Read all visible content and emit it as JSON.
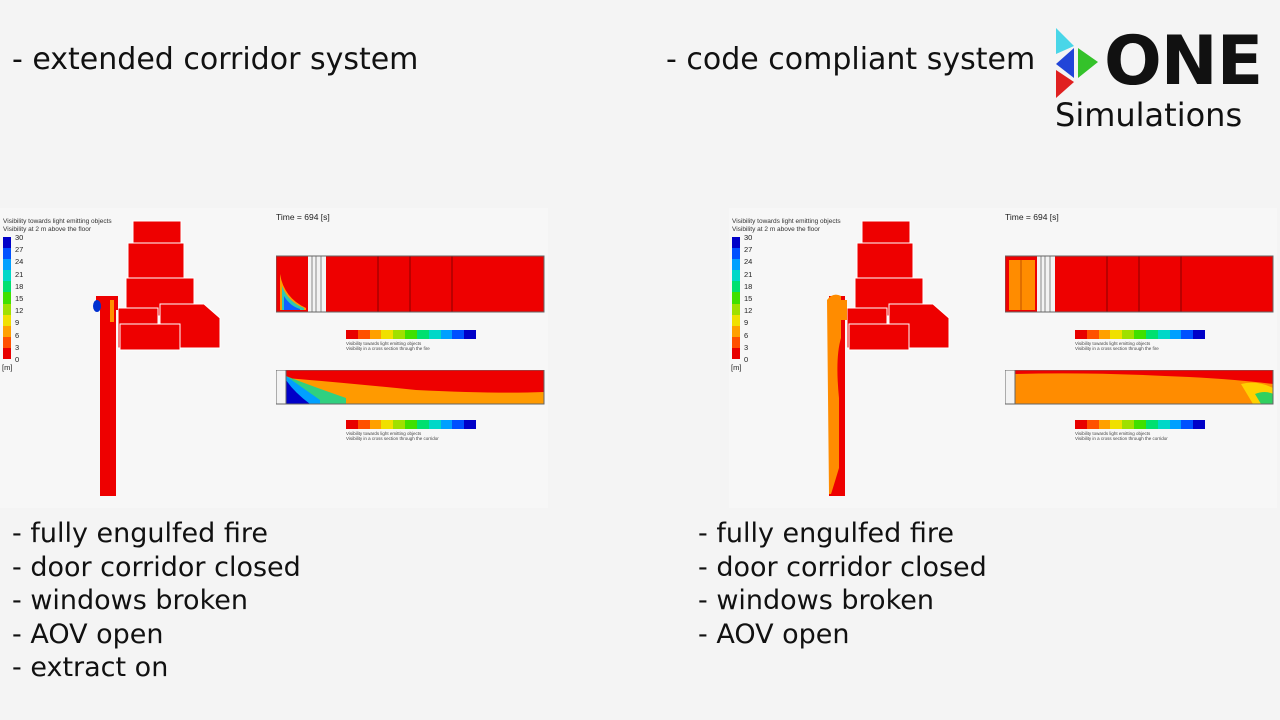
{
  "left": {
    "heading": "- extended corridor system",
    "bullets": [
      "- fully engulfed fire",
      "- door corridor closed",
      "- windows broken",
      "- AOV open",
      "- extract on"
    ],
    "sim": {
      "title1": "Visibility towards light emitting objects",
      "title2": "Visibility at 2 m above the floor",
      "time": "Time = 694 [s]",
      "unit": "[m]",
      "bar_caption1": "Visibility towards light emitting objects",
      "bar_caption2": "Visibility in a cross section through the fire",
      "bar_caption3": "Visibility towards light emitting objects",
      "bar_caption4": "Visibility in a cross section through the corridor"
    }
  },
  "right": {
    "heading": "- code compliant system",
    "bullets": [
      "- fully engulfed fire",
      "- door corridor closed",
      "- windows broken",
      "- AOV open"
    ],
    "sim": {
      "title1": "Visibility towards light emitting objects",
      "title2": "Visibility at 2 m above the floor",
      "time": "Time = 694 [s]",
      "unit": "[m]",
      "bar_caption1": "Visibility towards light emitting objects",
      "bar_caption2": "Visibility in a cross section through the fire",
      "bar_caption3": "Visibility towards light emitting objects",
      "bar_caption4": "Visibility in a cross section through the corridor"
    }
  },
  "scale_ticks": [
    "30",
    "27",
    "24",
    "21",
    "18",
    "15",
    "12",
    "9",
    "6",
    "3",
    "0"
  ],
  "scale_colors": [
    "#0000c8",
    "#0050ff",
    "#00a0ff",
    "#00d8c8",
    "#00e070",
    "#40e000",
    "#a0e000",
    "#f0e000",
    "#ffa000",
    "#ff5000",
    "#e80000"
  ],
  "logo": {
    "word": "ONE",
    "subtitle": "Simulations"
  }
}
